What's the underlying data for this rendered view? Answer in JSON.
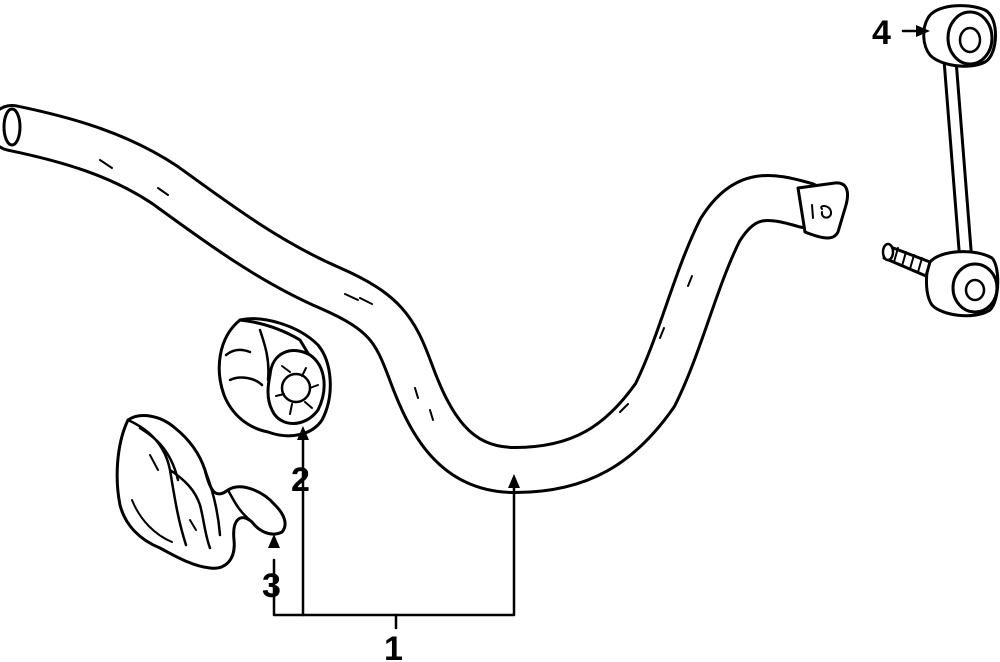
{
  "callouts": {
    "part_1": "1",
    "part_2": "2",
    "part_3": "3",
    "part_4": "4"
  },
  "colors": {
    "ink": "#000000",
    "background": "#ffffff"
  }
}
